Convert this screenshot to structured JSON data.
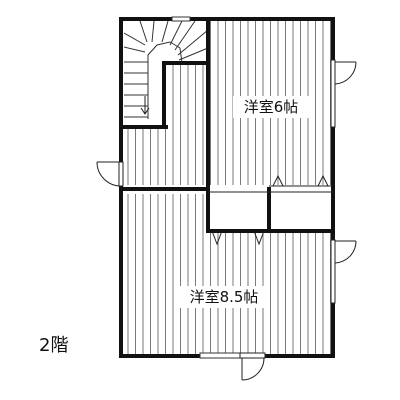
{
  "floor_label": "2階",
  "rooms": {
    "upper_right": {
      "label": "洋室6帖"
    },
    "lower": {
      "label": "洋室8.5帖"
    }
  },
  "stair": {
    "direction": "down"
  }
}
